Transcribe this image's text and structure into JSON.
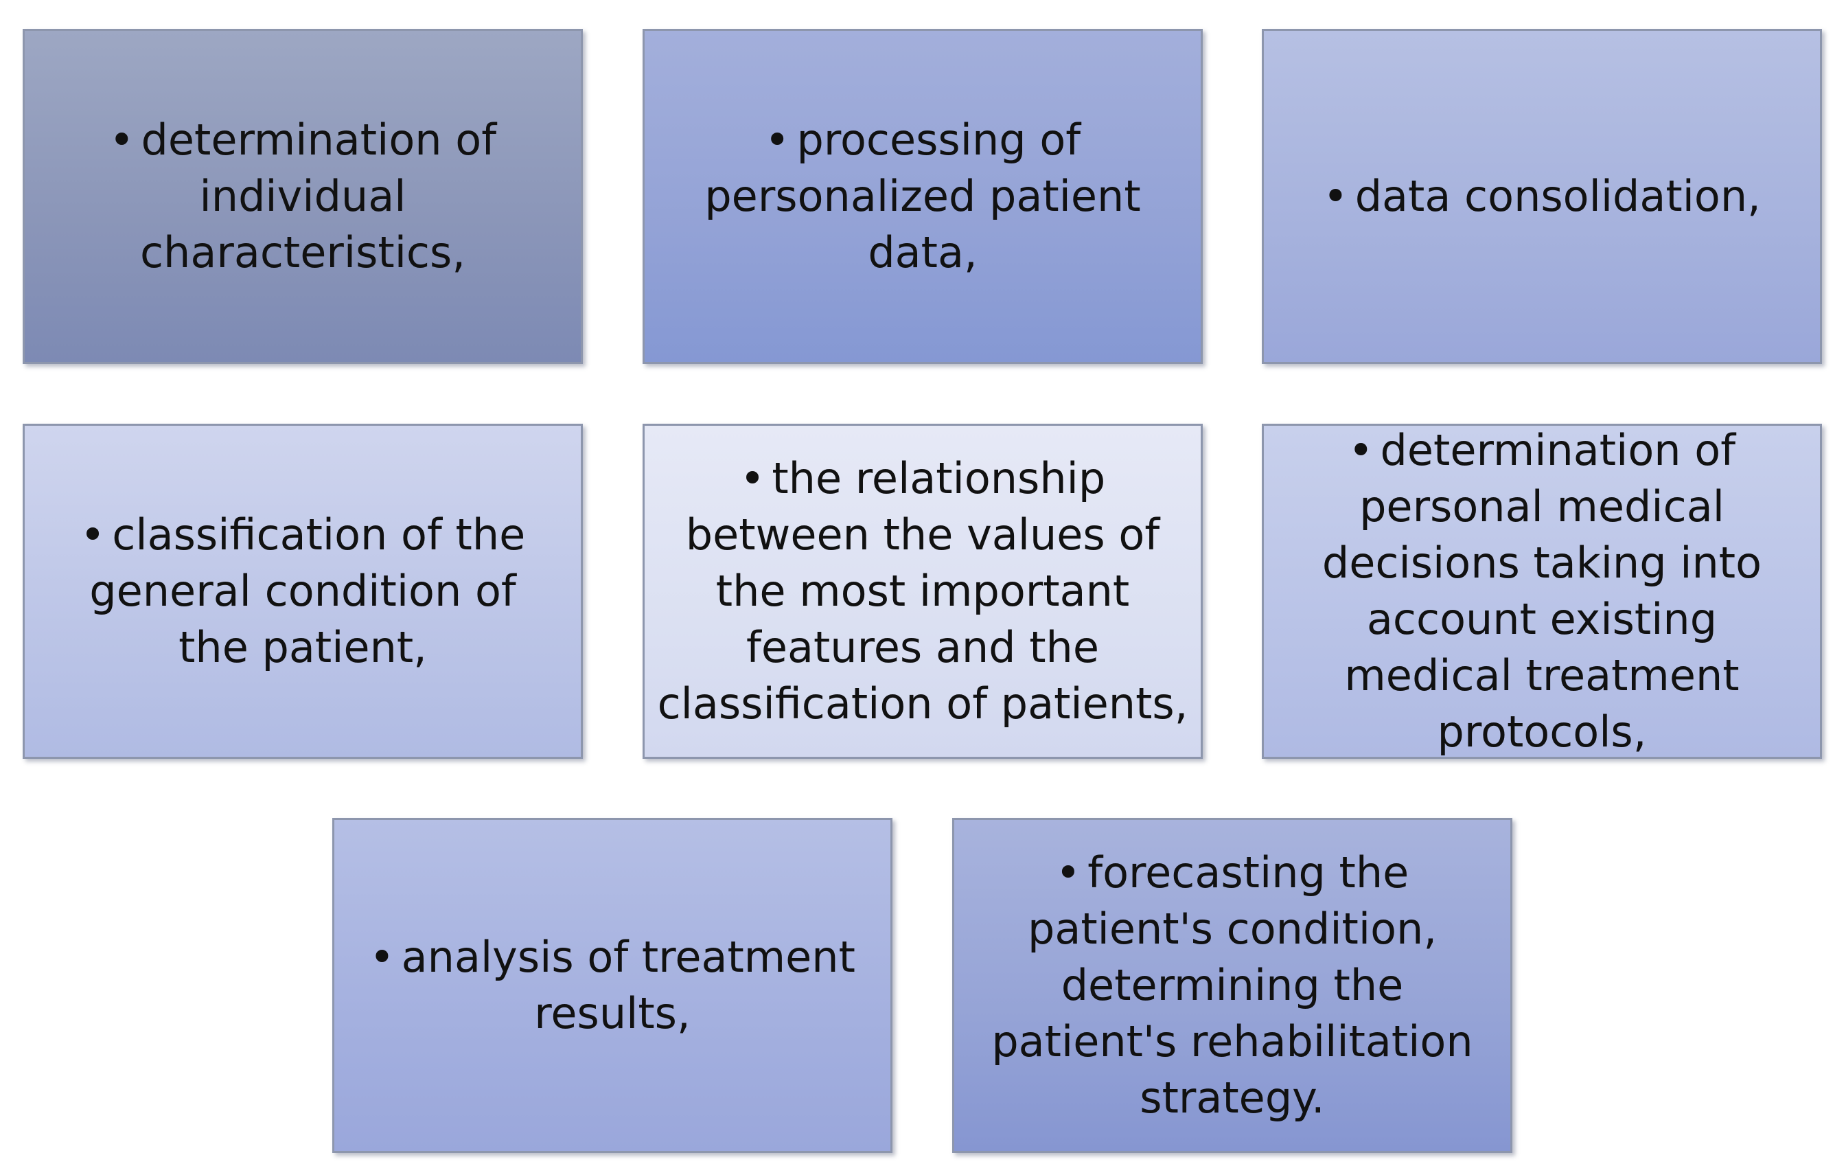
{
  "bullet": "•",
  "boxes": [
    {
      "text": "determination of individual characteristics,"
    },
    {
      "text": "processing of personalized patient data,"
    },
    {
      "text": "data consolidation,"
    },
    {
      "text": "classification of the general condition of the patient,"
    },
    {
      "text": "the relationship between the values of the most important features and the classification of patients,"
    },
    {
      "text": "determination of personal medical decisions taking into account existing medical treatment protocols,"
    },
    {
      "text": "analysis of treatment results,"
    },
    {
      "text": "forecasting the patient's condition, determining the patient's rehabilitation strategy."
    }
  ]
}
